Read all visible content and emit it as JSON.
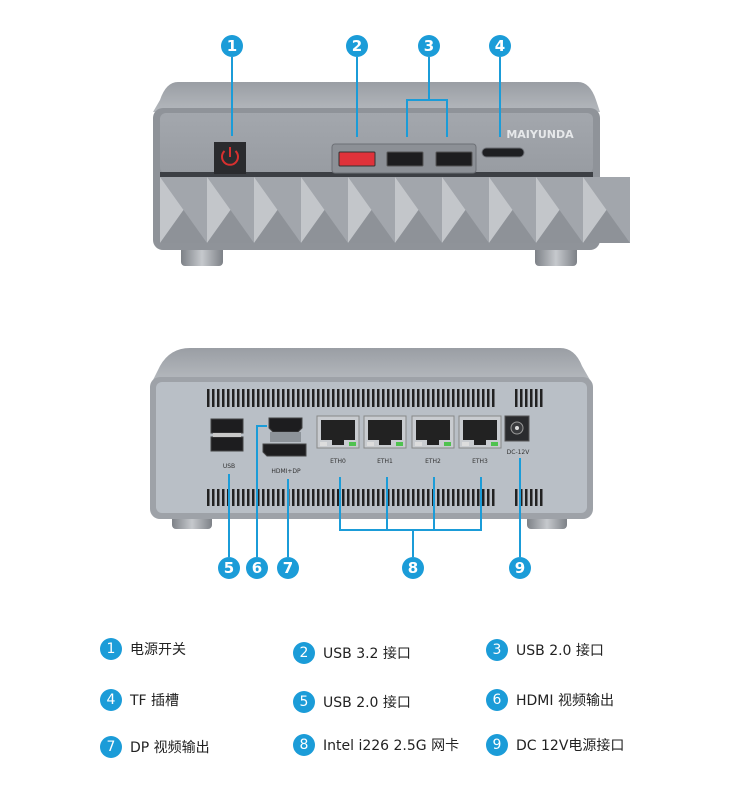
{
  "colors": {
    "accent": "#1b9cd8",
    "chassis": "#a7abb1",
    "panel": "#b9bfc6",
    "usb32": "#e0323a"
  },
  "front": {
    "brand": "MAIYUNDA",
    "callouts": [
      "1",
      "2",
      "3",
      "4"
    ]
  },
  "back": {
    "port_labels": {
      "usb": "USB",
      "video": "HDMI+DP",
      "eth": [
        "ETH0",
        "ETH1",
        "ETH2",
        "ETH3"
      ],
      "dc": "DC-12V"
    },
    "callouts": [
      "5",
      "6",
      "7",
      "8",
      "9"
    ]
  },
  "legend": [
    {
      "num": "1",
      "text": "电源开关"
    },
    {
      "num": "2",
      "text": "USB 3.2 接口"
    },
    {
      "num": "3",
      "text": "USB 2.0 接口"
    },
    {
      "num": "4",
      "text": "TF 插槽"
    },
    {
      "num": "5",
      "text": "USB 2.0 接口"
    },
    {
      "num": "6",
      "text": "HDMI 视频输出"
    },
    {
      "num": "7",
      "text": "DP 视频输出"
    },
    {
      "num": "8",
      "text": "Intel i226 2.5G 网卡"
    },
    {
      "num": "9",
      "text": "DC 12V电源接口"
    }
  ]
}
